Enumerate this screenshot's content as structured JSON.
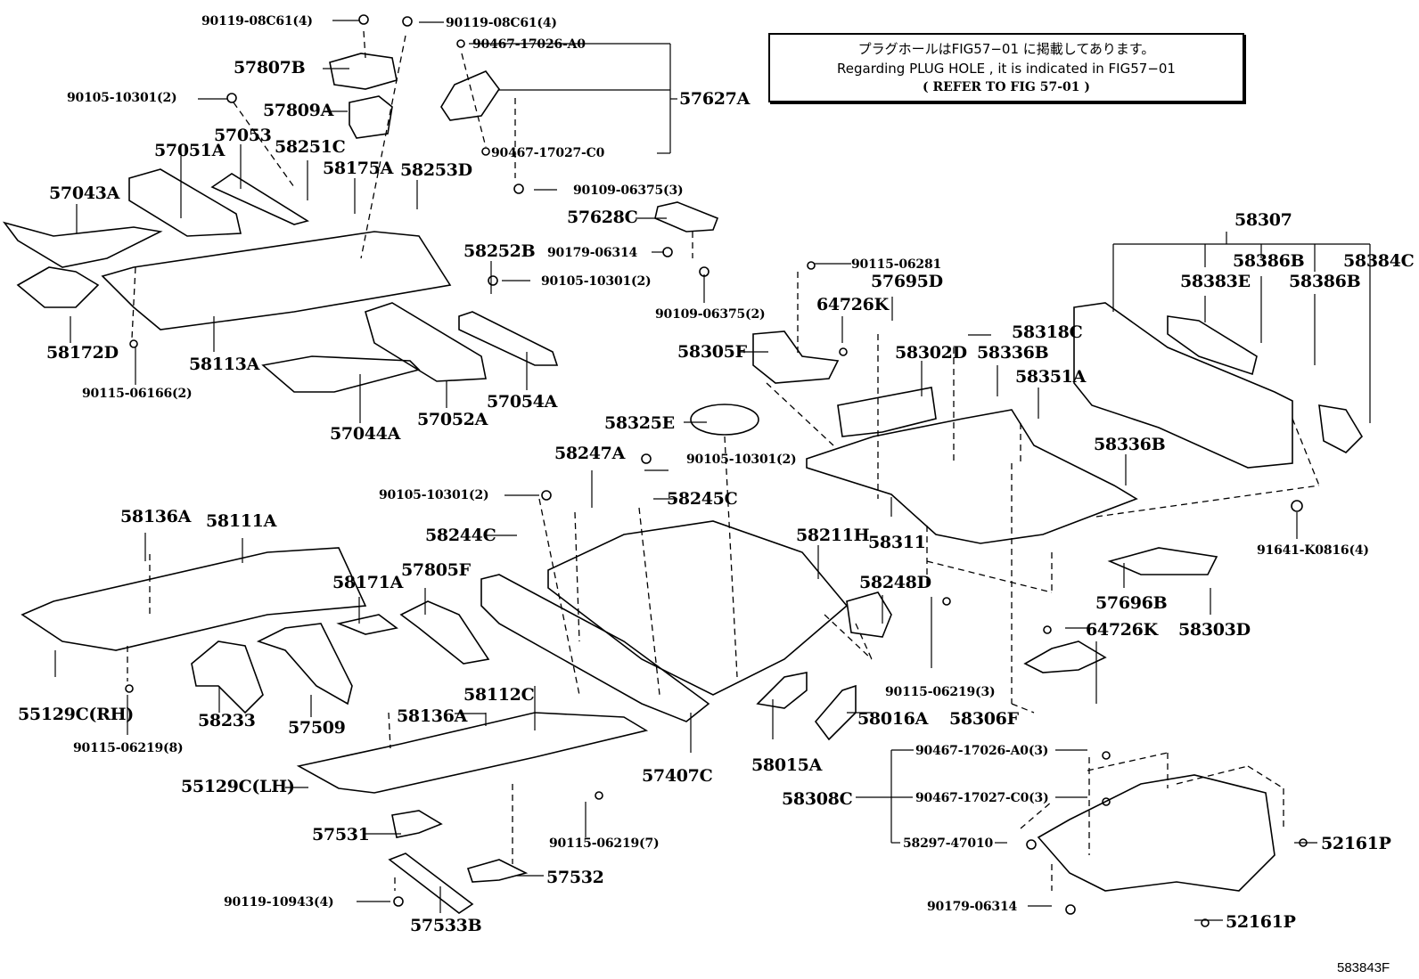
{
  "note": {
    "line1": "プラグホールはFIG57−01 に掲載してあります。",
    "line2": "Regarding  PLUG HOLE , it is  indicated  in  FIG57−01",
    "line3": "( REFER TO FIG 57-01 )"
  },
  "figure_id": "583843F",
  "labels": [
    {
      "id": "l1",
      "text": "90119-08C61(4)"
    },
    {
      "id": "l2",
      "text": "90119-08C61(4)"
    },
    {
      "id": "l3",
      "text": "90467-17026-A0"
    },
    {
      "id": "l4",
      "text": "57807B"
    },
    {
      "id": "l5",
      "text": "90105-10301(2)"
    },
    {
      "id": "l6",
      "text": "57809A"
    },
    {
      "id": "l7",
      "text": "57627A"
    },
    {
      "id": "l8",
      "text": "57053"
    },
    {
      "id": "l9",
      "text": "57051A"
    },
    {
      "id": "l10",
      "text": "58251C"
    },
    {
      "id": "l11",
      "text": "58175A"
    },
    {
      "id": "l12",
      "text": "58253D"
    },
    {
      "id": "l13",
      "text": "90467-17027-C0"
    },
    {
      "id": "l14",
      "text": "57043A"
    },
    {
      "id": "l15",
      "text": "90109-06375(3)"
    },
    {
      "id": "l16",
      "text": "57628C"
    },
    {
      "id": "l17",
      "text": "90179-06314"
    },
    {
      "id": "l18",
      "text": "58252B"
    },
    {
      "id": "l19",
      "text": "90105-10301(2)"
    },
    {
      "id": "l20",
      "text": "90109-06375(2)"
    },
    {
      "id": "l21",
      "text": "58172D"
    },
    {
      "id": "l22",
      "text": "58113A"
    },
    {
      "id": "l23",
      "text": "90115-06166(2)"
    },
    {
      "id": "l24",
      "text": "57044A"
    },
    {
      "id": "l25",
      "text": "57052A"
    },
    {
      "id": "l26",
      "text": "57054A"
    },
    {
      "id": "l27",
      "text": "90115-06281"
    },
    {
      "id": "l28",
      "text": "57695D"
    },
    {
      "id": "l29",
      "text": "64726K"
    },
    {
      "id": "l30",
      "text": "58305F"
    },
    {
      "id": "l31",
      "text": "58318C"
    },
    {
      "id": "l32",
      "text": "58302D"
    },
    {
      "id": "l33",
      "text": "58336B"
    },
    {
      "id": "l34",
      "text": "58351A"
    },
    {
      "id": "l35",
      "text": "58307"
    },
    {
      "id": "l36",
      "text": "58386B"
    },
    {
      "id": "l37",
      "text": "58383E"
    },
    {
      "id": "l38",
      "text": "58386B"
    },
    {
      "id": "l39",
      "text": "58384C"
    },
    {
      "id": "l40",
      "text": "58325E"
    },
    {
      "id": "l41",
      "text": "58247A"
    },
    {
      "id": "l42",
      "text": "90105-10301(2)"
    },
    {
      "id": "l43",
      "text": "90105-10301(2)"
    },
    {
      "id": "l44",
      "text": "58245C"
    },
    {
      "id": "l45",
      "text": "58244C"
    },
    {
      "id": "l46",
      "text": "58211H"
    },
    {
      "id": "l47",
      "text": "58311"
    },
    {
      "id": "l48",
      "text": "58336B"
    },
    {
      "id": "l49",
      "text": "91641-K0816(4)"
    },
    {
      "id": "l50",
      "text": "58136A"
    },
    {
      "id": "l51",
      "text": "58111A"
    },
    {
      "id": "l52",
      "text": "58171A"
    },
    {
      "id": "l53",
      "text": "57805F"
    },
    {
      "id": "l54",
      "text": "58248D"
    },
    {
      "id": "l55",
      "text": "57696B"
    },
    {
      "id": "l56",
      "text": "58303D"
    },
    {
      "id": "l57",
      "text": "64726K"
    },
    {
      "id": "l58",
      "text": "55129C(RH)"
    },
    {
      "id": "l59",
      "text": "58233"
    },
    {
      "id": "l60",
      "text": "57509"
    },
    {
      "id": "l61",
      "text": "90115-06219(8)"
    },
    {
      "id": "l62",
      "text": "58112C"
    },
    {
      "id": "l63",
      "text": "58136A"
    },
    {
      "id": "l64",
      "text": "90115-06219(3)"
    },
    {
      "id": "l65",
      "text": "58306F"
    },
    {
      "id": "l66",
      "text": "58016A"
    },
    {
      "id": "l67",
      "text": "55129C(LH)"
    },
    {
      "id": "l68",
      "text": "57407C"
    },
    {
      "id": "l69",
      "text": "58015A"
    },
    {
      "id": "l70",
      "text": "90467-17026-A0(3)"
    },
    {
      "id": "l71",
      "text": "58308C"
    },
    {
      "id": "l72",
      "text": "90467-17027-C0(3)"
    },
    {
      "id": "l73",
      "text": "57531"
    },
    {
      "id": "l74",
      "text": "90115-06219(7)"
    },
    {
      "id": "l75",
      "text": "58297-47010"
    },
    {
      "id": "l76",
      "text": "52161P"
    },
    {
      "id": "l77",
      "text": "57532"
    },
    {
      "id": "l78",
      "text": "90119-10943(4)"
    },
    {
      "id": "l79",
      "text": "57533B"
    },
    {
      "id": "l80",
      "text": "90179-06314"
    },
    {
      "id": "l81",
      "text": "52161P"
    }
  ]
}
